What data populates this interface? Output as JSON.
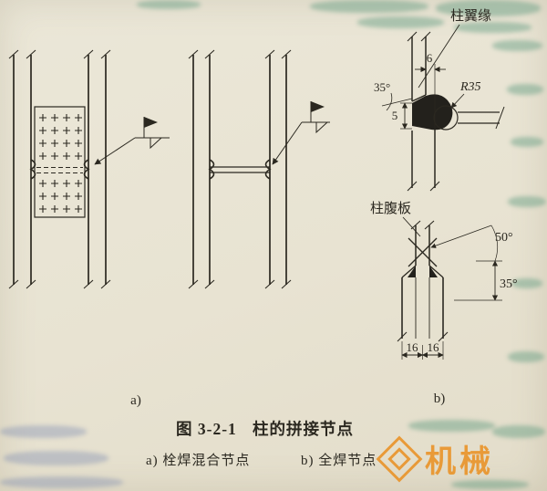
{
  "page": {
    "paper_color": "#e9e4d3",
    "ink_color": "#2b2820",
    "accent_orange": "#ea8f1f"
  },
  "caption": {
    "figure_label": "图 3-2-1",
    "figure_title": "柱的拼接节点",
    "sub_a": "a) 栓焊混合节点",
    "sub_b": "b) 全焊节点"
  },
  "diagram_a": {
    "label": "a)"
  },
  "diagram_b": {
    "label": "b)",
    "flange_label": "柱翼缘",
    "web_label": "柱腹板",
    "radius": "R35",
    "gap_dim": "6",
    "bevel_height_dim": "5",
    "bevel_angle": "35°",
    "web_angle_upper": "50°",
    "web_angle_lower": "35°",
    "web_width_left": "16",
    "web_width_right": "16"
  },
  "watermark": {
    "text": "机械"
  }
}
